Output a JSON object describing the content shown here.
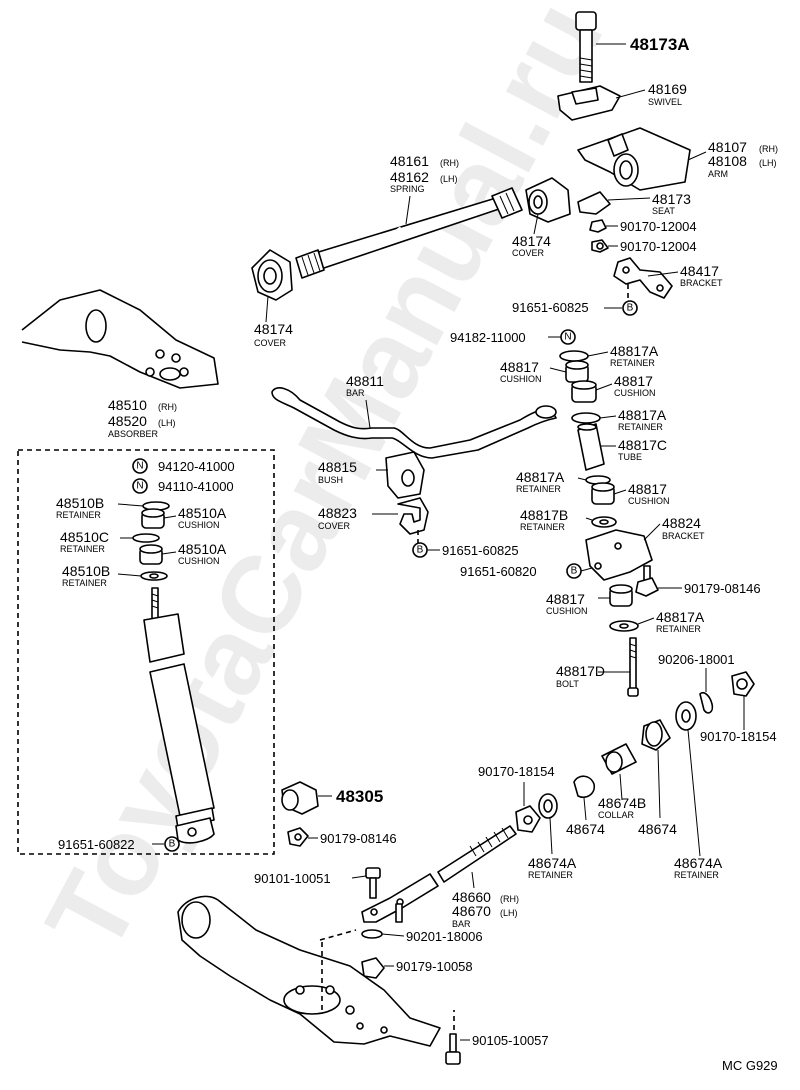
{
  "watermark": "ToyotaCarManual.ru",
  "diagram_code": "MC G929",
  "parts": {
    "p48173A": {
      "num": "48173A"
    },
    "p48169": {
      "num": "48169",
      "name": "SWIVEL"
    },
    "p48107": {
      "num": "48107",
      "side": "(RH)",
      "num2": "48108",
      "side2": "(LH)",
      "name": "ARM"
    },
    "p48161": {
      "num": "48161",
      "side": "(RH)",
      "num2": "48162",
      "side2": "(LH)",
      "name": "SPRING"
    },
    "p48173": {
      "num": "48173",
      "name": "SEAT"
    },
    "p48174a": {
      "num": "48174",
      "name": "COVER"
    },
    "p90170_12004a": {
      "num": "90170-12004"
    },
    "p90170_12004b": {
      "num": "90170-12004"
    },
    "p48417": {
      "num": "48417",
      "name": "BRACKET"
    },
    "p91651_60825a": {
      "num": "91651-60825",
      "sym": "B"
    },
    "p48174b": {
      "num": "48174",
      "name": "COVER"
    },
    "p94182": {
      "num": "94182-11000",
      "sym": "N"
    },
    "p48817A_1": {
      "num": "48817A",
      "name": "RETAINER"
    },
    "p48817_1": {
      "num": "48817",
      "name": "CUSHION"
    },
    "p48817_2": {
      "num": "48817",
      "name": "CUSHION"
    },
    "p48811": {
      "num": "48811",
      "name": "BAR"
    },
    "p48510": {
      "num": "48510",
      "side": "(RH)",
      "num2": "48520",
      "side2": "(LH)",
      "name": "ABSORBER"
    },
    "p48817A_2": {
      "num": "48817A",
      "name": "RETAINER"
    },
    "p48817C": {
      "num": "48817C",
      "name": "TUBE"
    },
    "p94120": {
      "num": "94120-41000",
      "sym": "N"
    },
    "p94110": {
      "num": "94110-41000",
      "sym": "N"
    },
    "p48815": {
      "num": "48815",
      "name": "BUSH"
    },
    "p48817A_3": {
      "num": "48817A",
      "name": "RETAINER"
    },
    "p48817_3": {
      "num": "48817",
      "name": "CUSHION"
    },
    "p48510B_1": {
      "num": "48510B",
      "name": "RETAINER"
    },
    "p48510A_1": {
      "num": "48510A",
      "name": "CUSHION"
    },
    "p48823": {
      "num": "48823",
      "name": "COVER"
    },
    "p48817B": {
      "num": "48817B",
      "name": "RETAINER"
    },
    "p48824": {
      "num": "48824",
      "name": "BRACKET"
    },
    "p48510C": {
      "num": "48510C",
      "name": "RETAINER"
    },
    "p48510A_2": {
      "num": "48510A",
      "name": "CUSHION"
    },
    "p91651_60825b": {
      "num": "91651-60825",
      "sym": "B"
    },
    "p48510B_2": {
      "num": "48510B",
      "name": "RETAINER"
    },
    "p91651_60820": {
      "num": "91651-60820",
      "sym": "B"
    },
    "p90179_08146a": {
      "num": "90179-08146"
    },
    "p48817_4": {
      "num": "48817",
      "name": "CUSHION"
    },
    "p48817A_4": {
      "num": "48817A",
      "name": "RETAINER"
    },
    "p90206": {
      "num": "90206-18001"
    },
    "p48817D": {
      "num": "48817D",
      "name": "BOLT"
    },
    "p90170_18154a": {
      "num": "90170-18154"
    },
    "p90170_18154b": {
      "num": "90170-18154"
    },
    "p48305": {
      "num": "48305"
    },
    "p48674B": {
      "num": "48674B",
      "name": "COLLAR"
    },
    "p48674_1": {
      "num": "48674"
    },
    "p48674_2": {
      "num": "48674"
    },
    "p91651_60822": {
      "num": "91651-60822",
      "sym": "B"
    },
    "p90179_08146b": {
      "num": "90179-08146"
    },
    "p48674A_1": {
      "num": "48674A",
      "name": "RETAINER"
    },
    "p48674A_2": {
      "num": "48674A",
      "name": "RETAINER"
    },
    "p90101": {
      "num": "90101-10051"
    },
    "p48660": {
      "num": "48660",
      "side": "(RH)",
      "num2": "48670",
      "side2": "(LH)",
      "name": "BAR"
    },
    "p90201": {
      "num": "90201-18006"
    },
    "p90179_10058": {
      "num": "90179-10058"
    },
    "p90105": {
      "num": "90105-10057"
    }
  }
}
